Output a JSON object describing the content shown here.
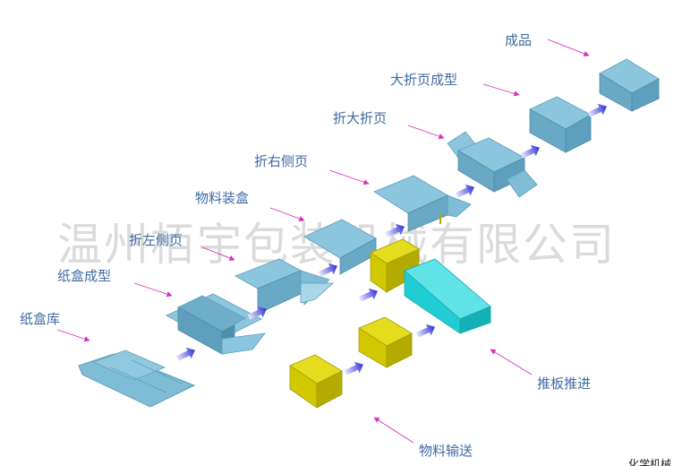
{
  "labels": {
    "carton_magazine": "纸盒库",
    "carton_forming": "纸盒成型",
    "fold_left_flap": "折左侧页",
    "product_loading": "物料装盒",
    "fold_right_flap": "折右侧页",
    "fold_big_flap": "折大折页",
    "big_flap_forming": "大折页成型",
    "finished_product": "成品",
    "pusher_feed": "推板推进",
    "material_conveying": "物料输送"
  },
  "watermark": "温州栢宇包装机械有限公司",
  "corner_text": "…化学机械",
  "colors": {
    "carton_blue": "#7fbcd6",
    "carton_dark": "#5d9fbb",
    "product_yellow": "#d2c800",
    "pusher_cyan": "#20cdd3",
    "flow_arrow": "#3a3ae0",
    "pointer_magenta": "#d62fc0",
    "label_text": "#3f6aa3"
  }
}
